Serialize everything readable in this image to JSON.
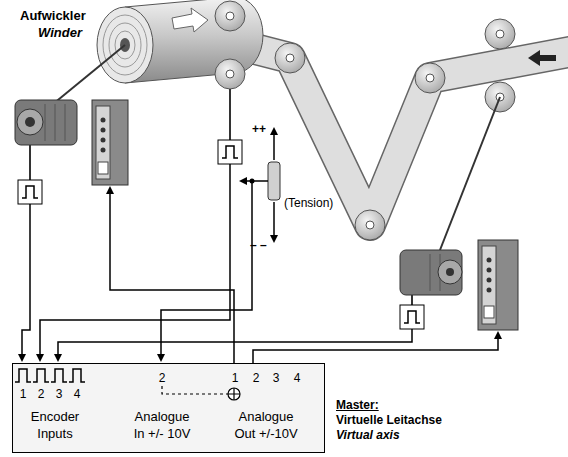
{
  "diagram": {
    "nodes": [
      {
        "text": [
          "1",
          "2",
          "3",
          "4",
          "Encoder Inputs",
          "2",
          "Analogue In +/- 10V",
          "1",
          "2",
          "3",
          "4",
          "Analogue Out +/-10V"
        ]
      }
    ],
    "labels": [
      "Aufwickler",
      "Winder",
      "++",
      "(Tension)",
      "– –",
      "Master:",
      "Virtuelle Leitachse",
      "Virtual axis"
    ]
  }
}
